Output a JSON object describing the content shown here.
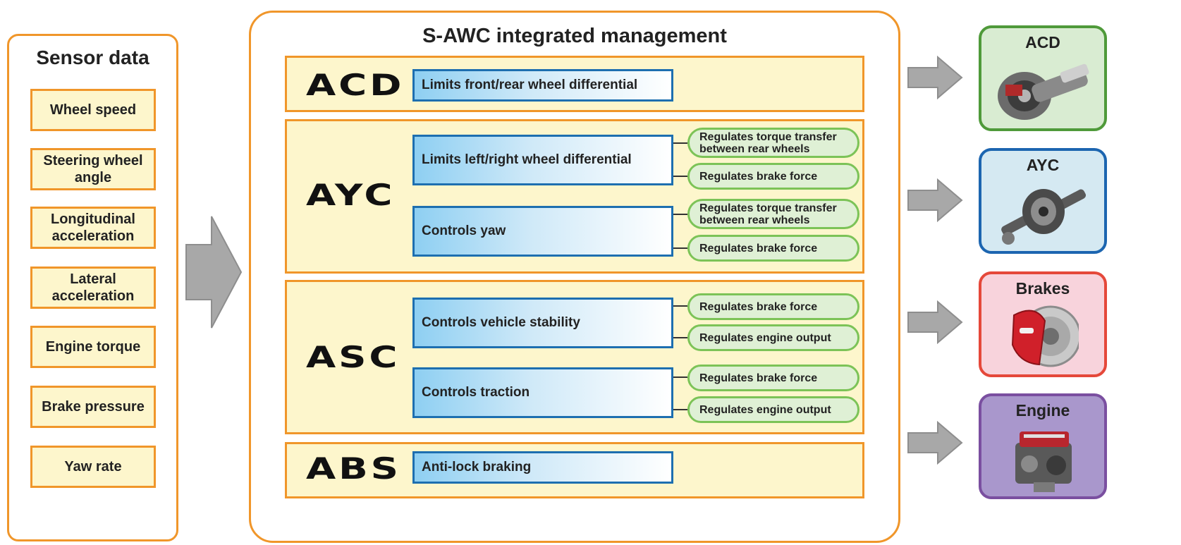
{
  "sensor_panel": {
    "title": "Sensor data",
    "items": [
      "Wheel speed",
      "Steering wheel angle",
      "Longitudinal acceleration",
      "Lateral acceleration",
      "Engine torque",
      "Brake pressure",
      "Yaw rate"
    ]
  },
  "management": {
    "title": "S-AWC integrated management",
    "acd": {
      "label": "ACD",
      "functions": [
        {
          "label": "Limits front/rear wheel differential"
        }
      ]
    },
    "ayc": {
      "label": "AYC",
      "functions": [
        {
          "label": "Limits left/right wheel differential",
          "actions": [
            "Regulates torque transfer between rear wheels",
            "Regulates brake force"
          ]
        },
        {
          "label": "Controls yaw",
          "actions": [
            "Regulates torque transfer between rear wheels",
            "Regulates brake force"
          ]
        }
      ]
    },
    "asc": {
      "label": "ASC",
      "functions": [
        {
          "label": "Controls vehicle stability",
          "actions": [
            "Regulates brake force",
            "Regulates engine output"
          ]
        },
        {
          "label": "Controls traction",
          "actions": [
            "Regulates brake force",
            "Regulates engine output"
          ]
        }
      ]
    },
    "abs": {
      "label": "ABS",
      "functions": [
        {
          "label": "Anti-lock braking"
        }
      ]
    }
  },
  "outputs": [
    {
      "label": "ACD",
      "color": "#4f9a3a",
      "fill": "#d9ecd2",
      "icon": "transfer-case-icon"
    },
    {
      "label": "AYC",
      "color": "#1c65b0",
      "fill": "#d5e9f2",
      "icon": "rear-differential-icon"
    },
    {
      "label": "Brakes",
      "color": "#e5483a",
      "fill": "#f8d3dc",
      "icon": "brake-caliper-icon"
    },
    {
      "label": "Engine",
      "color": "#7a4fa0",
      "fill": "#a997cc",
      "icon": "engine-icon"
    }
  ],
  "colors": {
    "orange_border": "#f0962a",
    "cream": "#fdf6cc",
    "blue_border": "#1d6fb0",
    "green_border": "#7cc357",
    "arrow_gray": "#a8a8a8"
  }
}
